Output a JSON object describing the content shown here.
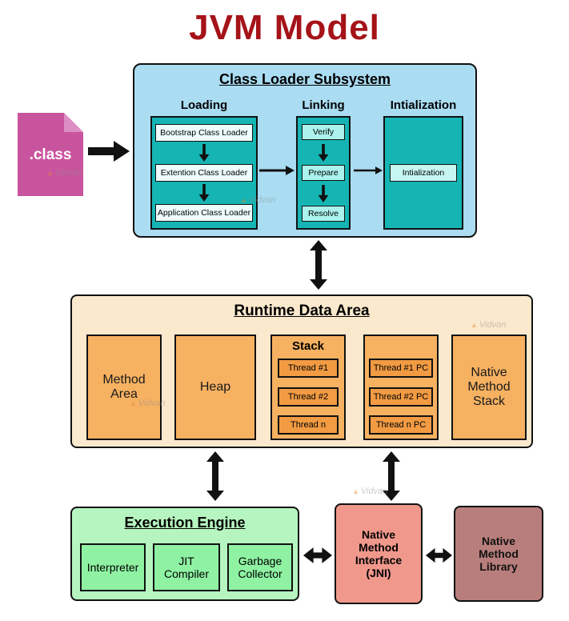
{
  "title": "JVM Model",
  "class_file": {
    "label": ".class"
  },
  "class_loader": {
    "title": "Class Loader Subsystem",
    "loading": {
      "label": "Loading",
      "items": [
        "Bootstrap Class Loader",
        "Extention Class Loader",
        "Application Class Loader"
      ]
    },
    "linking": {
      "label": "Linking",
      "items": [
        "Verify",
        "Prepare",
        "Resolve"
      ]
    },
    "initialization": {
      "label": "Intialization",
      "item": "Intialization"
    }
  },
  "runtime": {
    "title": "Runtime Data Area",
    "method_area": "Method Area",
    "heap": "Heap",
    "stack": {
      "label": "Stack",
      "items": [
        "Thread #1",
        "Thread #2",
        "Thread n"
      ]
    },
    "pc_register": {
      "items": [
        "Thread #1 PC",
        "Thread #2 PC",
        "Thread n PC"
      ]
    },
    "native_method_stack": "Native Method Stack"
  },
  "execution_engine": {
    "title": "Execution Engine",
    "items": [
      "Interpreter",
      "JIT Compiler",
      "Garbage Collector"
    ]
  },
  "jni": {
    "label": "Native Method Interface (JNI)"
  },
  "native_method_library": {
    "label": "Native Method Library"
  },
  "watermark": {
    "icon": "▲",
    "text": "Vidvan"
  },
  "colors": {
    "title": "#a51318",
    "loader_bg": "#aadcf2",
    "teal": "#15b5b4",
    "runtime_bg": "#fbe9cd",
    "orange": "#f6b161",
    "thread_orange": "#f29b43",
    "exec_bg": "#b6f5bf",
    "exec_item": "#8ef2a2",
    "jni": "#f0988c",
    "library": "#b87e7c",
    "class_file": "#c9549e"
  }
}
